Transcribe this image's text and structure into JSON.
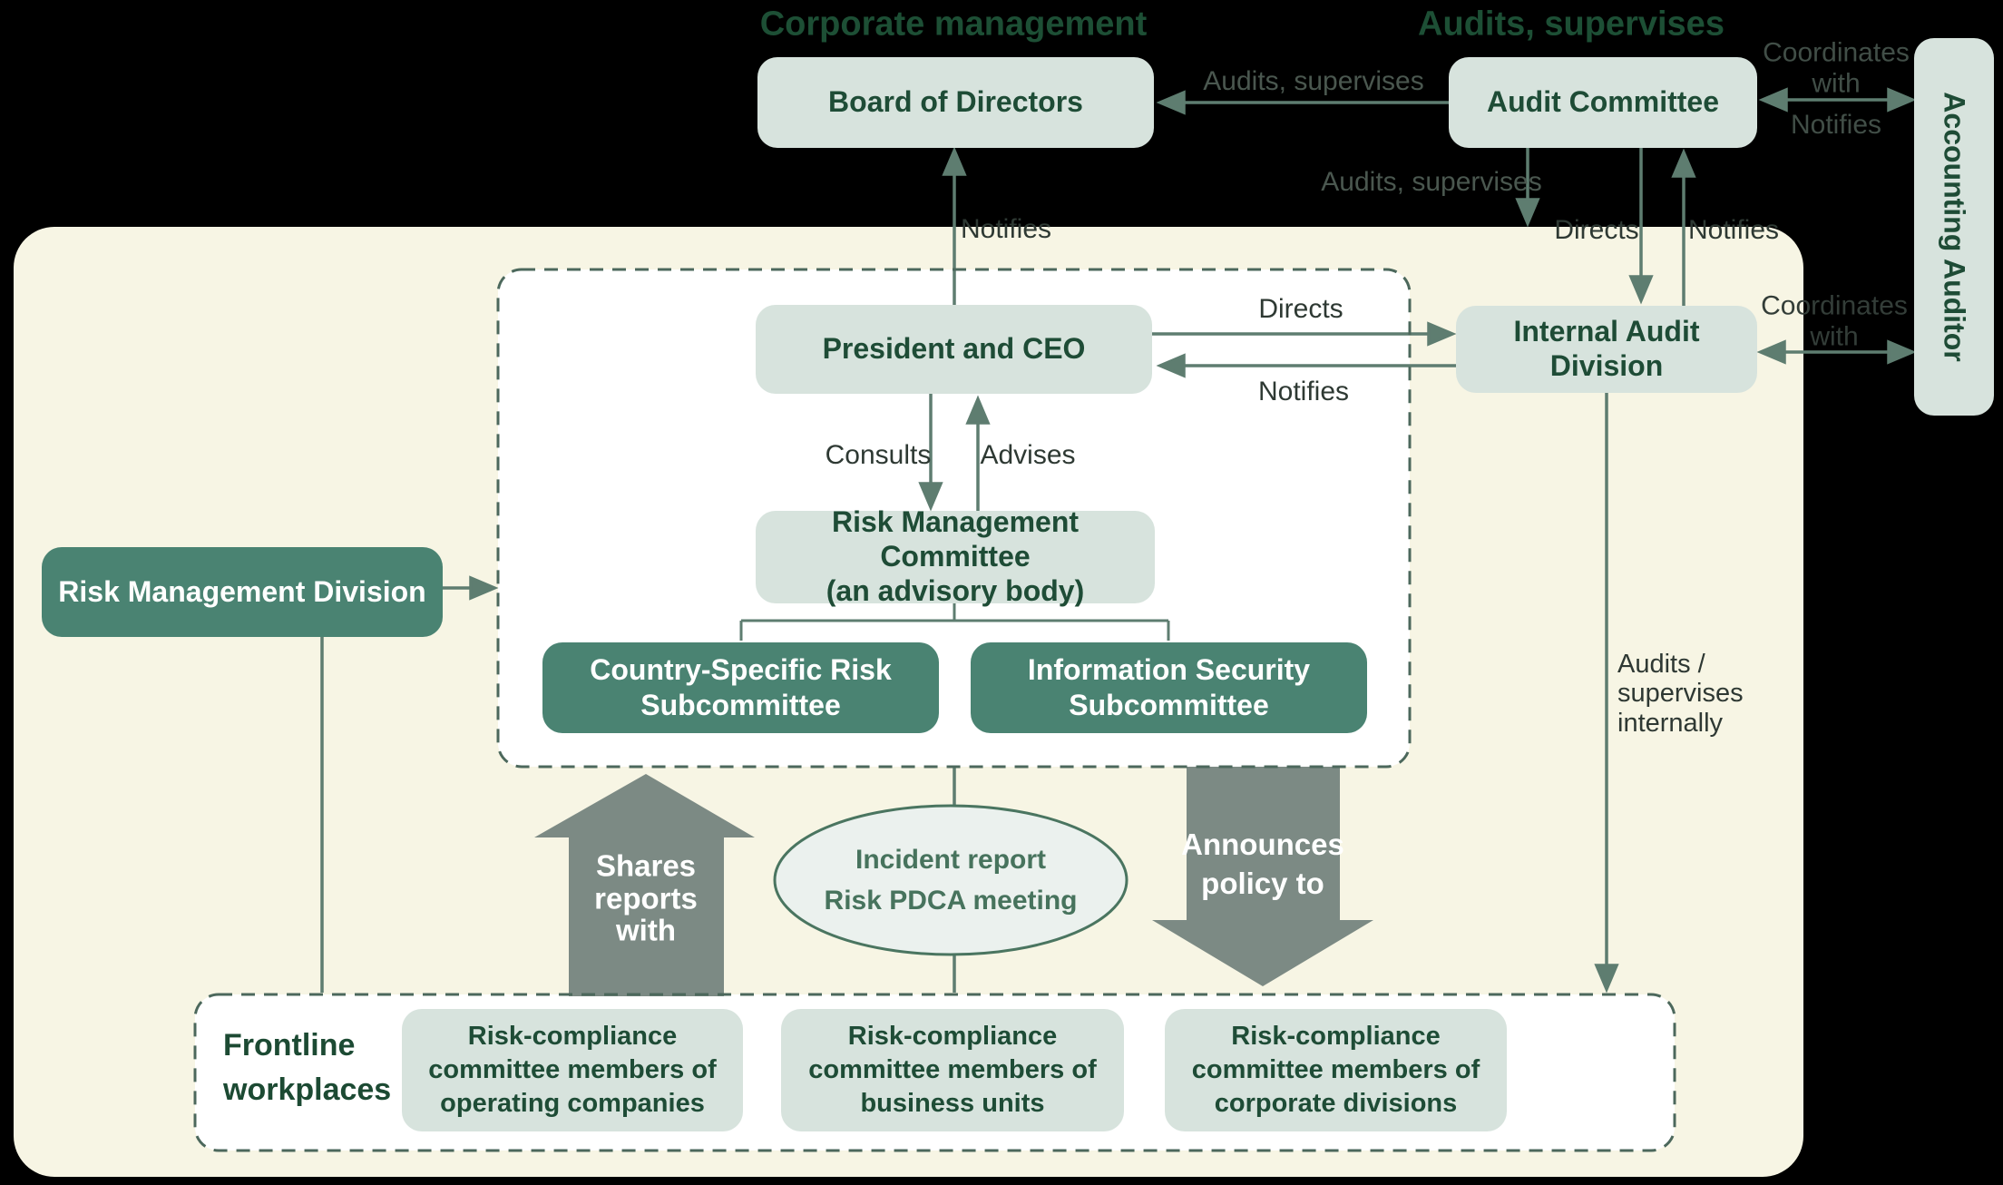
{
  "colors": {
    "background": "#000000",
    "panel_cream": "#f7f5e4",
    "box_light_green": "#d7e3dd",
    "box_dark_green": "#4a8372",
    "connector_green": "#5e7d70",
    "dashed_border": "#4c685c",
    "gray_arrow": "#7c8a84",
    "heading_green": "#1d4f35",
    "box_text_green": "#1e4c36",
    "label_dark": "#2e3933",
    "label_gray": "#4a574f",
    "ellipse_fill": "#ebf1ee"
  },
  "headings": {
    "corporate": "Corporate management",
    "audits": "Audits, supervises"
  },
  "boxes": {
    "board": "Board of Directors",
    "audit_committee": "Audit Committee",
    "accounting_auditor": "Accounting Auditor",
    "president": "President and CEO",
    "rmc_line1": "Risk Management Committee",
    "rmc_line2": "(an advisory body)",
    "internal_audit": "Internal Audit Division",
    "rmd": "Risk Management Division",
    "country_line1": "Country-Specific Risk",
    "country_line2": "Subcommittee",
    "infosec_line1": "Information Security",
    "infosec_line2": "Subcommittee"
  },
  "edge_labels": {
    "audits_supervises_top": "Audits, supervises",
    "audits_supervises_mid": "Audits, supervises",
    "notifies_board": "Notifies",
    "directs_ac": "Directs",
    "notifies_ac": "Notifies",
    "coordinates_top_1": "Coordinates",
    "coordinates_top_2": "with",
    "notifies_aa": "Notifies",
    "coordinates_bottom_1": "Coordinates",
    "coordinates_bottom_2": "with",
    "directs_pres": "Directs",
    "notifies_pres": "Notifies",
    "consults": "Consults",
    "advises": "Advises",
    "audits_internally_1": "Audits /",
    "audits_internally_2": "supervises",
    "audits_internally_3": "internally"
  },
  "flow": {
    "shares_1": "Shares",
    "shares_2": "reports",
    "shares_3": "with",
    "announces_1": "Announces",
    "announces_2": "policy to",
    "ellipse_1": "Incident report",
    "ellipse_2": "Risk PDCA meeting"
  },
  "frontline": {
    "title_1": "Frontline",
    "title_2": "workplaces",
    "boxes": [
      {
        "l1": "Risk-compliance",
        "l2": "committee members of",
        "l3": "operating companies"
      },
      {
        "l1": "Risk-compliance",
        "l2": "committee members of",
        "l3": "business units"
      },
      {
        "l1": "Risk-compliance",
        "l2": "committee members of",
        "l3": "corporate divisions"
      }
    ]
  }
}
